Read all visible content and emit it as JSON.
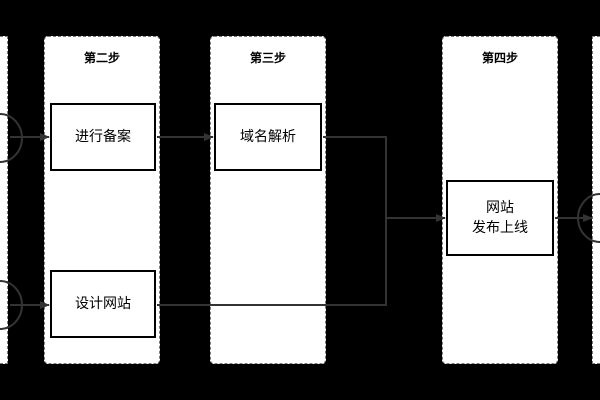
{
  "columns": [
    {
      "title": "第二步"
    },
    {
      "title": "第三步"
    },
    {
      "title": "第四步"
    }
  ],
  "nodes": {
    "filing": "进行备案",
    "design": "设计网站",
    "dns": "域名解析",
    "publish": "网站\n发布上线"
  },
  "colors": {
    "background": "#000000",
    "panel": "#ffffff",
    "border": "#000000",
    "arrow": "#333333"
  }
}
